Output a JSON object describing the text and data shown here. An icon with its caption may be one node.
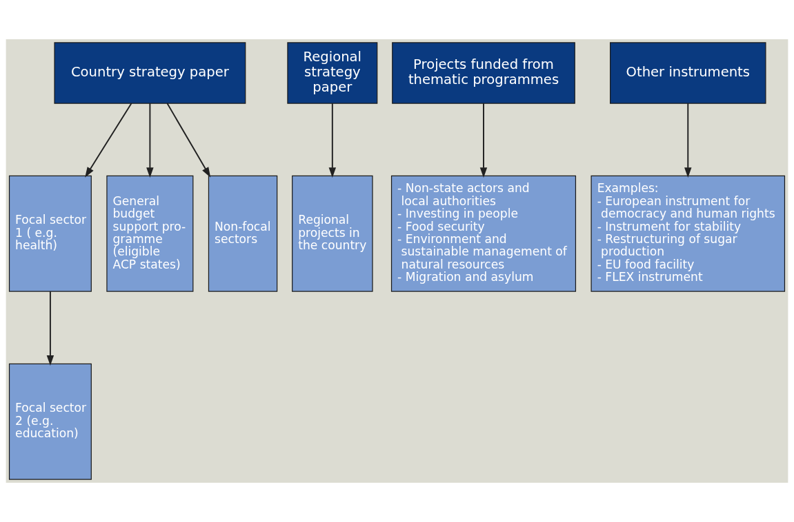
{
  "diagram": {
    "nodes": [
      {
        "text": [
          "Country strategy paper"
        ]
      },
      {
        "text": [
          "Regional strategy paper"
        ]
      },
      {
        "text": [
          "Projects funded from thematic programmes"
        ]
      },
      {
        "text": [
          "Other instruments"
        ]
      },
      {
        "text": [
          "Focal sector 1 ( e.g. health)"
        ]
      },
      {
        "text": [
          "General budget support pro- gramme (eligible ACP states)"
        ]
      },
      {
        "text": [
          "Non-focal sectors"
        ]
      },
      {
        "text": [
          "Regional projects in the country"
        ]
      },
      {
        "text": [
          "- Non-state actors and local authorities",
          "- Investing in people",
          "- Food security",
          "- Environment and sustainable management of natural resources",
          "- Migration and asylum"
        ]
      },
      {
        "text": [
          "Examples:",
          "- European instrument for democracy and human rights",
          "- Instrument for stability",
          "- Restructuring of sugar production",
          "- EU food facility",
          "- FLEX instrument"
        ]
      },
      {
        "text": [
          "Focal sector 2 (e.g. education)"
        ]
      }
    ],
    "edges": [
      {
        "from": 0,
        "to": 4,
        "arrow": "to"
      },
      {
        "from": 0,
        "to": 5,
        "arrow": "to"
      },
      {
        "from": 0,
        "to": 6,
        "arrow": "to"
      },
      {
        "from": 1,
        "to": 7,
        "arrow": "to"
      },
      {
        "from": 2,
        "to": 8,
        "arrow": "to"
      },
      {
        "from": 3,
        "to": 9,
        "arrow": "to"
      },
      {
        "from": 4,
        "to": 10,
        "arrow": "to"
      }
    ]
  }
}
